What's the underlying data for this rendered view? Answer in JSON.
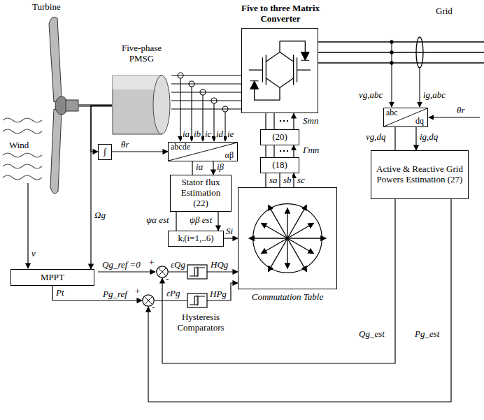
{
  "diagram": {
    "nodes": [
      {
        "text": [
          "Five to three Matrix Converter"
        ]
      },
      {
        "text": [
          "Five-phase PMSG"
        ]
      },
      {
        "text": [
          "abcde",
          "αβ"
        ]
      },
      {
        "text": [
          "∫"
        ]
      },
      {
        "text": [
          "(20)"
        ]
      },
      {
        "text": [
          "(18)"
        ]
      },
      {
        "text": [
          "abc",
          "dq"
        ]
      },
      {
        "text": [
          "Stator flux Estimation (22)"
        ]
      },
      {
        "text": [
          "Active & Reactive Grid Powers Estimation (27)"
        ]
      },
      {
        "text": [
          "kᵢ(i=1,..6)"
        ]
      },
      {
        "text": [
          "MPPT"
        ]
      },
      {
        "text": [
          "+",
          "-"
        ]
      },
      {
        "text": [
          "+",
          "-"
        ]
      },
      {
        "text": [
          "Commutation Table"
        ]
      }
    ],
    "edges": [
      {
        "from": 1,
        "to": 0,
        "arrow": "none"
      },
      {
        "from": 1,
        "to": 3,
        "arrow": "to"
      },
      {
        "from": 3,
        "to": 2,
        "arrow": "to"
      },
      {
        "from": 2,
        "to": 7,
        "arrow": "to"
      },
      {
        "from": 7,
        "to": 9,
        "arrow": "to"
      },
      {
        "from": 9,
        "to": 13,
        "arrow": "to"
      },
      {
        "from": 1,
        "to": 10,
        "arrow": "to"
      },
      {
        "from": 10,
        "to": 12,
        "arrow": "to"
      },
      {
        "from": 11,
        "to": 13,
        "arrow": "to"
      },
      {
        "from": 12,
        "to": 13,
        "arrow": "to"
      },
      {
        "from": 13,
        "to": 5,
        "arrow": "to"
      },
      {
        "from": 5,
        "to": 4,
        "arrow": "to"
      },
      {
        "from": 4,
        "to": 0,
        "arrow": "to"
      },
      {
        "from": 6,
        "to": 8,
        "arrow": "to"
      },
      {
        "from": 8,
        "to": 11,
        "arrow": "to"
      },
      {
        "from": 8,
        "to": 12,
        "arrow": "to"
      }
    ],
    "labels": [
      "Turbine",
      "Wind",
      "Grid",
      "ia",
      "ib",
      "ic",
      "id",
      "ie",
      "θr",
      "iα",
      "iβ",
      "ψα est",
      "ψβ est",
      "Si",
      "v",
      "Ωg",
      "Pt",
      "Pg_ref",
      "Qg_ref =0",
      "εQg",
      "εPg",
      "HQg",
      "HPg",
      "Hysteresis Comparators",
      "sa",
      "sb",
      "sc",
      "Γmn",
      "Smn",
      "vg,abc",
      "ig,abc",
      "θr",
      "vg,dq",
      "ig,dq",
      "Qg_est",
      "Pg_est"
    ]
  }
}
